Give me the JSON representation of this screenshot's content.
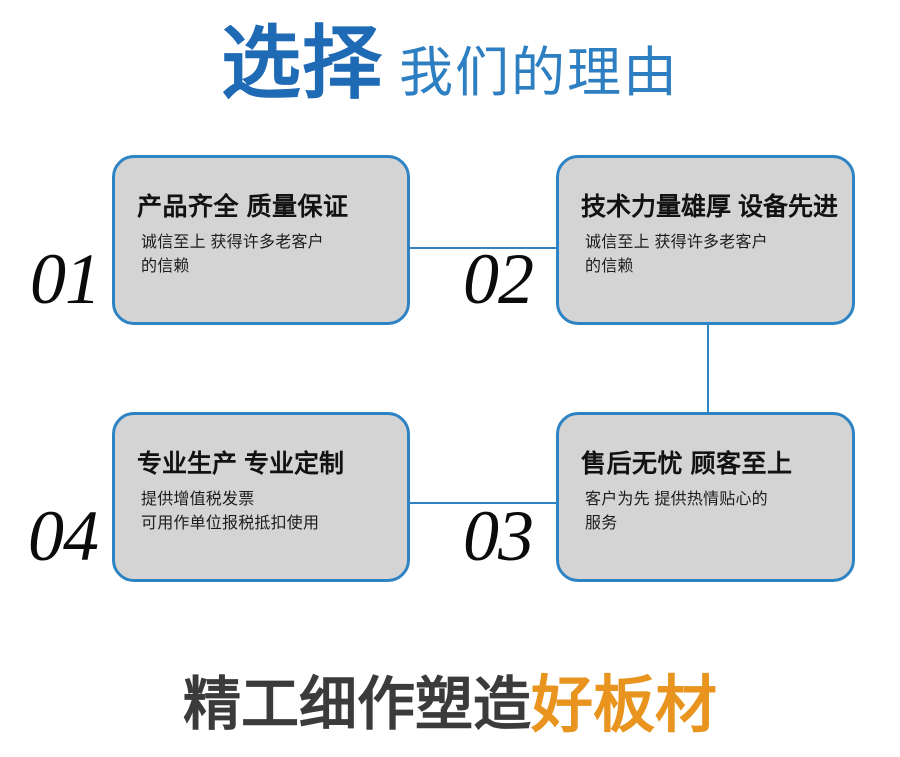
{
  "header": {
    "strong_text": "选择",
    "light_text": "我们的理由",
    "strong_color": "#1F6AB5",
    "light_color": "#2E7FC2"
  },
  "theme": {
    "card_border": "#2E83C4",
    "card_fill": "#D4D4D4",
    "connector": "#2E83C4",
    "accent_orange": "#E8941F",
    "text_dark": "#3B3B3B"
  },
  "cards": [
    {
      "number": "01",
      "title": "产品齐全 质量保证",
      "body_lines": [
        "诚信至上 获得许多老客户",
        "的信赖"
      ]
    },
    {
      "number": "02",
      "title": "技术力量雄厚 设备先进",
      "body_lines": [
        "诚信至上 获得许多老客户",
        "的信赖"
      ]
    },
    {
      "number": "03",
      "title": "售后无忧 顾客至上",
      "body_lines": [
        "客户为先 提供热情贴心的",
        "服务"
      ]
    },
    {
      "number": "04",
      "title": "专业生产 专业定制",
      "body_lines": [
        "提供增值税发票",
        "可用作单位报税抵扣使用"
      ]
    }
  ],
  "footer": {
    "dark_text": "精工细作塑造",
    "accent_text": "好板材"
  }
}
